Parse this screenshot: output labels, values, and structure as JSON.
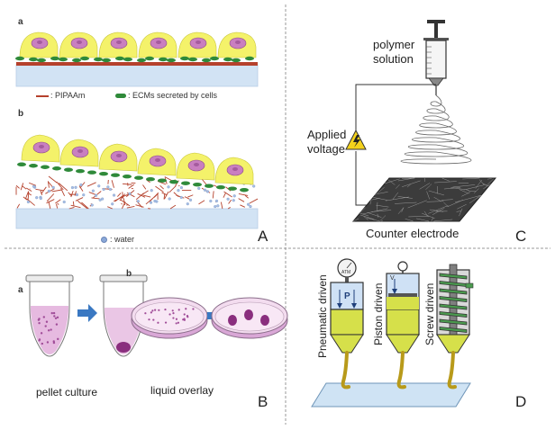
{
  "panelA": {
    "label": "A",
    "sub_a": "a",
    "sub_b": "b",
    "legend_pipaam": ": PIPAAm",
    "legend_ecm": ": ECMs secreted by cells",
    "legend_water": ": water"
  },
  "panelB": {
    "label": "B",
    "sub_a": "a",
    "sub_b": "b",
    "caption_a": "pellet culture",
    "caption_b": "liquid overlay"
  },
  "panelC": {
    "label": "C",
    "polymer_solution": "polymer\nsolution",
    "applied_voltage": "Applied\nvoltage",
    "counter_electrode": "Counter electrode"
  },
  "panelD": {
    "label": "D",
    "pneumatic": "Pneumatic driven",
    "piston": "Piston driven",
    "screw": "Screw driven",
    "pressure_symbol": "P",
    "gauge_label": "ATM",
    "volume_symbol": "V"
  },
  "colors": {
    "cell_body": "#f4f26a",
    "nucleus": "#c97fc0",
    "ecm": "#2f8a3a",
    "fiber": "#b5412c",
    "substrate": "#cfe1f3",
    "bioink": "#d6e04a",
    "divider": "#999999"
  }
}
